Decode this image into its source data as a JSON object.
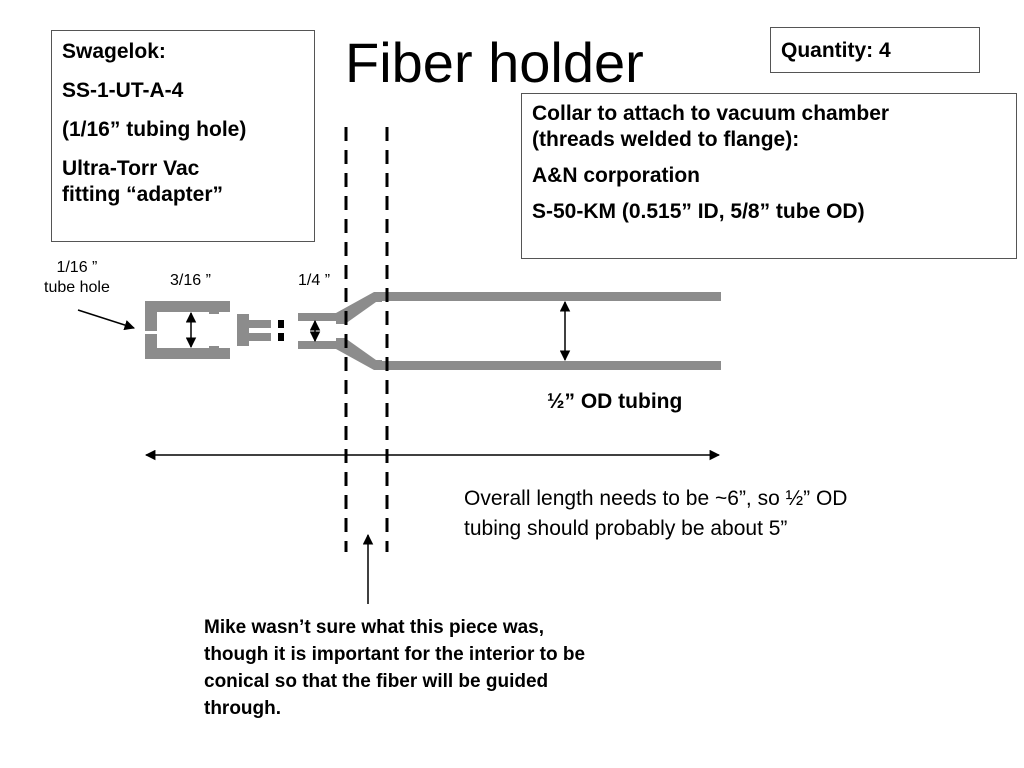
{
  "title": "Fiber holder",
  "quantity": "Quantity: 4",
  "swagelok": {
    "line1": "Swagelok:",
    "line2": "SS-1-UT-A-4",
    "line3": "(1/16” tubing hole)",
    "line4": "Ultra-Torr Vac",
    "line5": "fitting “adapter”"
  },
  "collar": {
    "line1": "Collar to attach to vacuum chamber",
    "line2": "(threads welded to flange):",
    "line3": "A&N corporation",
    "line4": "S-50-KM   (0.515” ID, 5/8” tube OD)"
  },
  "labels": {
    "tube_hole_1": "1/16 ”",
    "tube_hole_2": "tube hole",
    "three_sixteenths": "3/16 ”",
    "quarter": "1/4 ”",
    "half_od": "½” OD tubing",
    "overall": "Overall length needs to be ~6”, so ½” OD tubing should probably be about 5”",
    "mike": "Mike wasn’t sure what this piece was, though it is important for the interior to be conical so that the fiber will be guided through."
  },
  "colors": {
    "part_gray": "#8c8c8c",
    "line": "#000000"
  }
}
